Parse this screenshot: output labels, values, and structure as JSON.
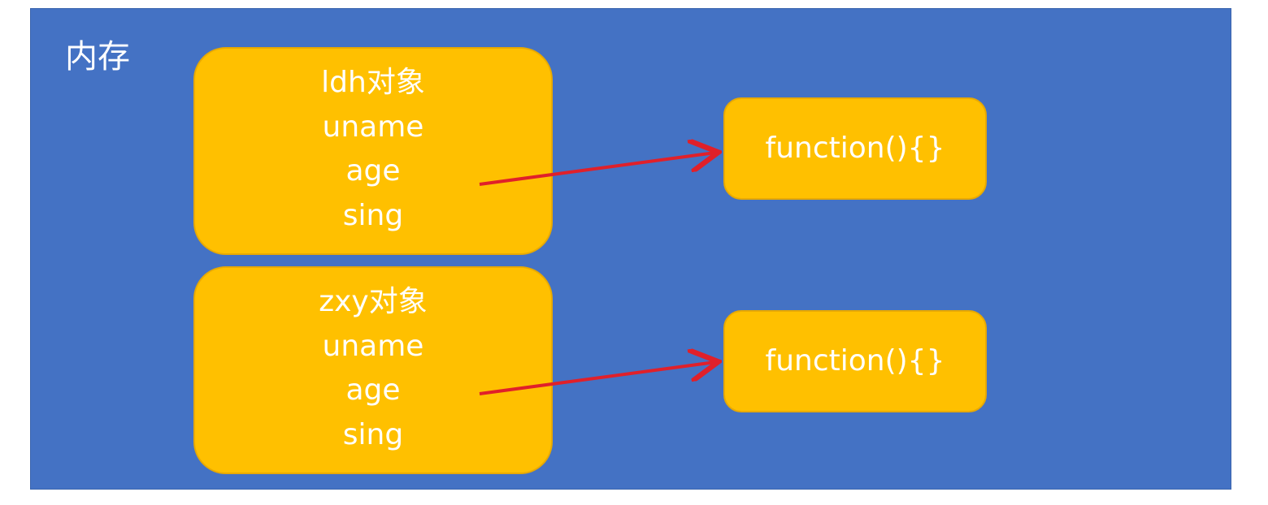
{
  "memory_label": "内存",
  "objects": [
    {
      "title": "ldh对象",
      "fields": [
        "uname",
        "age",
        "sing"
      ]
    },
    {
      "title": "zxy对象",
      "fields": [
        "uname",
        "age",
        "sing"
      ]
    }
  ],
  "functions": [
    {
      "label": "function(){}"
    },
    {
      "label": "function(){}"
    }
  ],
  "colors": {
    "panel": "#4472c4",
    "box": "#ffc000",
    "text": "#ffffff",
    "arrow": "#e0202a"
  }
}
